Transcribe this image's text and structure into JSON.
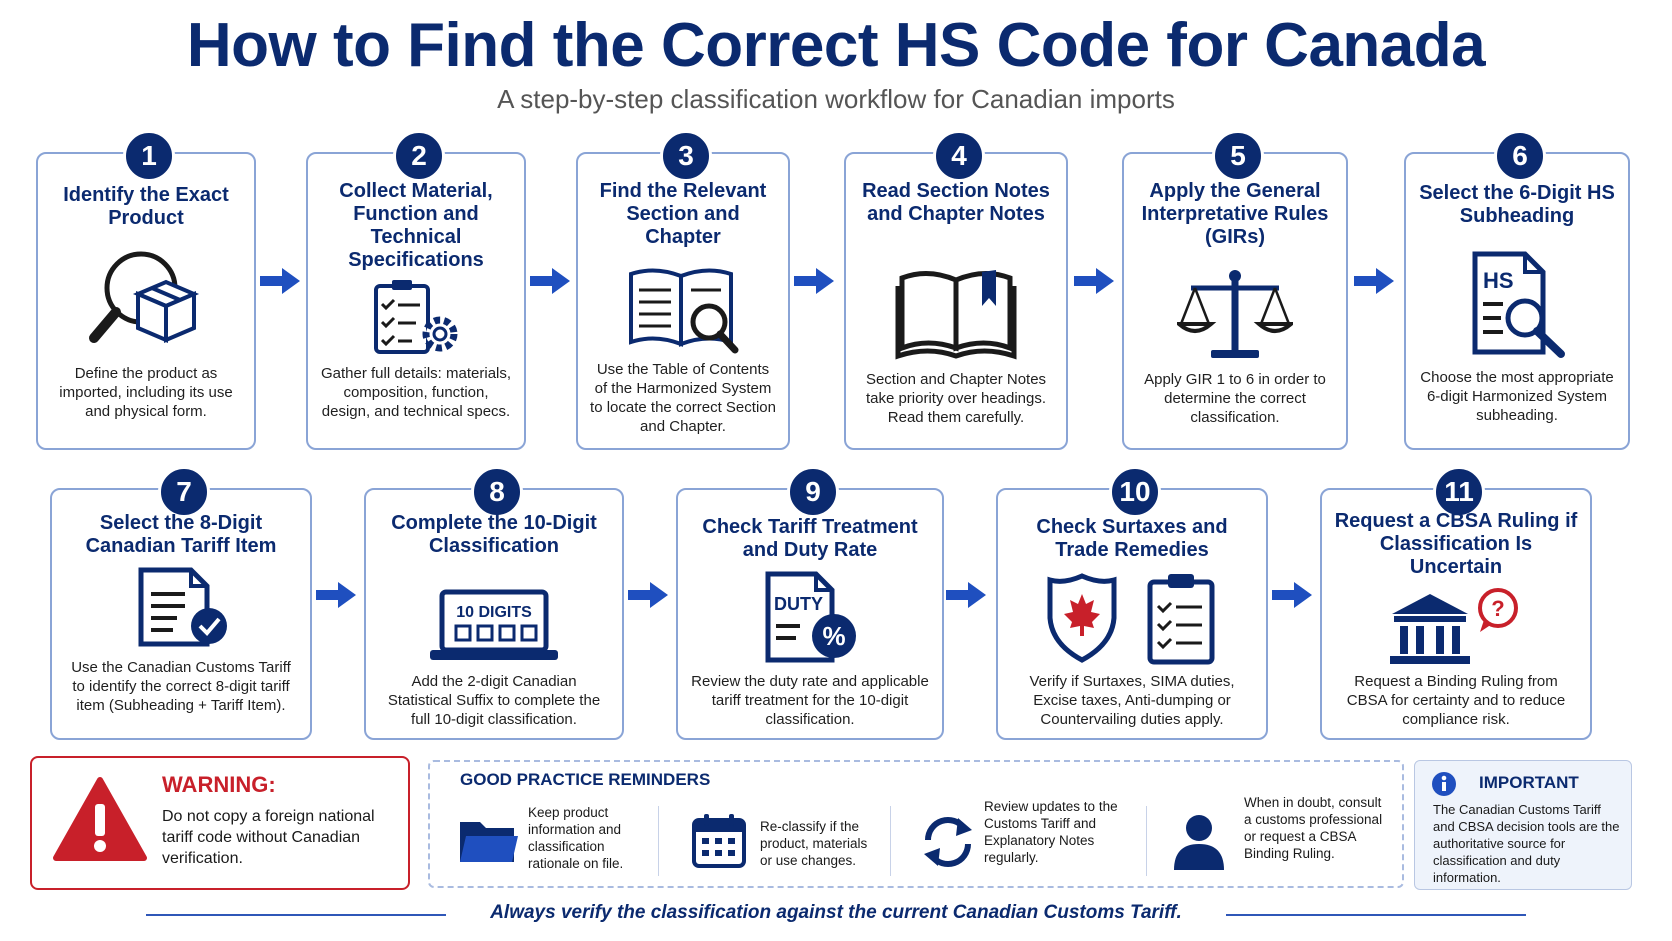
{
  "header": {
    "title": "How to Find the Correct HS Code for Canada",
    "subtitle": "A step-by-step classification workflow for Canadian imports"
  },
  "colors": {
    "navy": "#0b2a6f",
    "blue": "#1f4fbf",
    "red": "#c8202a",
    "card_border": "#8aa4d6"
  },
  "steps": [
    {
      "number": "1",
      "title": "Identify the Exact Product",
      "icon": "magnifier-box-icon",
      "description": "Define the product as imported, including its use and physical form."
    },
    {
      "number": "2",
      "title": "Collect Material, Function and Technical Specifications",
      "icon": "checklist-gear-icon",
      "description": "Gather full details: materials, composition, function, design, and technical specs."
    },
    {
      "number": "3",
      "title": "Find the Relevant Section and Chapter",
      "icon": "book-search-icon",
      "description": "Use the Table of Contents of the Harmonized System to locate the correct Section and Chapter."
    },
    {
      "number": "4",
      "title": "Read Section Notes and Chapter Notes",
      "icon": "open-book-icon",
      "description": "Section and Chapter Notes take priority over headings. Read them carefully."
    },
    {
      "number": "5",
      "title": "Apply the General Interpretative Rules (GIRs)",
      "icon": "scales-icon",
      "description": "Apply GIR 1 to 6 in order to determine the correct classification."
    },
    {
      "number": "6",
      "title": "Select the 6-Digit HS Subheading",
      "icon": "hs-document-icon",
      "icon_label": "HS",
      "description": "Choose the most appropriate 6-digit Harmonized System subheading."
    },
    {
      "number": "7",
      "title": "Select the 8-Digit Canadian Tariff Item",
      "icon": "document-check-icon",
      "description": "Use the Canadian Customs Tariff to identify the correct 8-digit tariff item (Subheading + Tariff Item)."
    },
    {
      "number": "8",
      "title": "Complete the 10-Digit Classification",
      "icon": "laptop-digits-icon",
      "icon_label": "10 DIGITS",
      "description": "Add the 2-digit Canadian Statistical Suffix to complete the full 10-digit classification."
    },
    {
      "number": "9",
      "title": "Check Tariff Treatment and Duty Rate",
      "icon": "duty-document-icon",
      "icon_label": "DUTY",
      "description": "Review the duty rate and applicable tariff treatment for the 10-digit classification."
    },
    {
      "number": "10",
      "title": "Check Surtaxes and Trade Remedies",
      "icon": "maple-shield-clipboard-icon",
      "description": "Verify if Surtaxes, SIMA duties, Excise taxes, Anti-dumping or Countervailing duties apply."
    },
    {
      "number": "11",
      "title": "Request a CBSA Ruling if Classification Is Uncertain",
      "icon": "government-building-question-icon",
      "description": "Request a Binding Ruling from CBSA for certainty and to reduce compliance risk."
    }
  ],
  "warning": {
    "title": "WARNING:",
    "text": "Do not copy a foreign national tariff code without Canadian verification."
  },
  "reminders": {
    "heading": "GOOD PRACTICE REMINDERS",
    "items": [
      {
        "icon": "folder-icon",
        "text": "Keep product information and classification rationale on file."
      },
      {
        "icon": "calendar-icon",
        "text": "Re-classify if the product, materials or use changes."
      },
      {
        "icon": "refresh-icon",
        "text": "Review updates to the Customs Tariff and Explanatory Notes regularly."
      },
      {
        "icon": "person-icon",
        "text": "When in doubt, consult a customs professional or request a CBSA Binding Ruling."
      }
    ]
  },
  "important": {
    "title": "IMPORTANT",
    "text": "The Canadian Customs Tariff and CBSA decision tools are the authoritative source for classification and duty information."
  },
  "footer": {
    "text": "Always verify the classification against the current Canadian Customs Tariff."
  }
}
